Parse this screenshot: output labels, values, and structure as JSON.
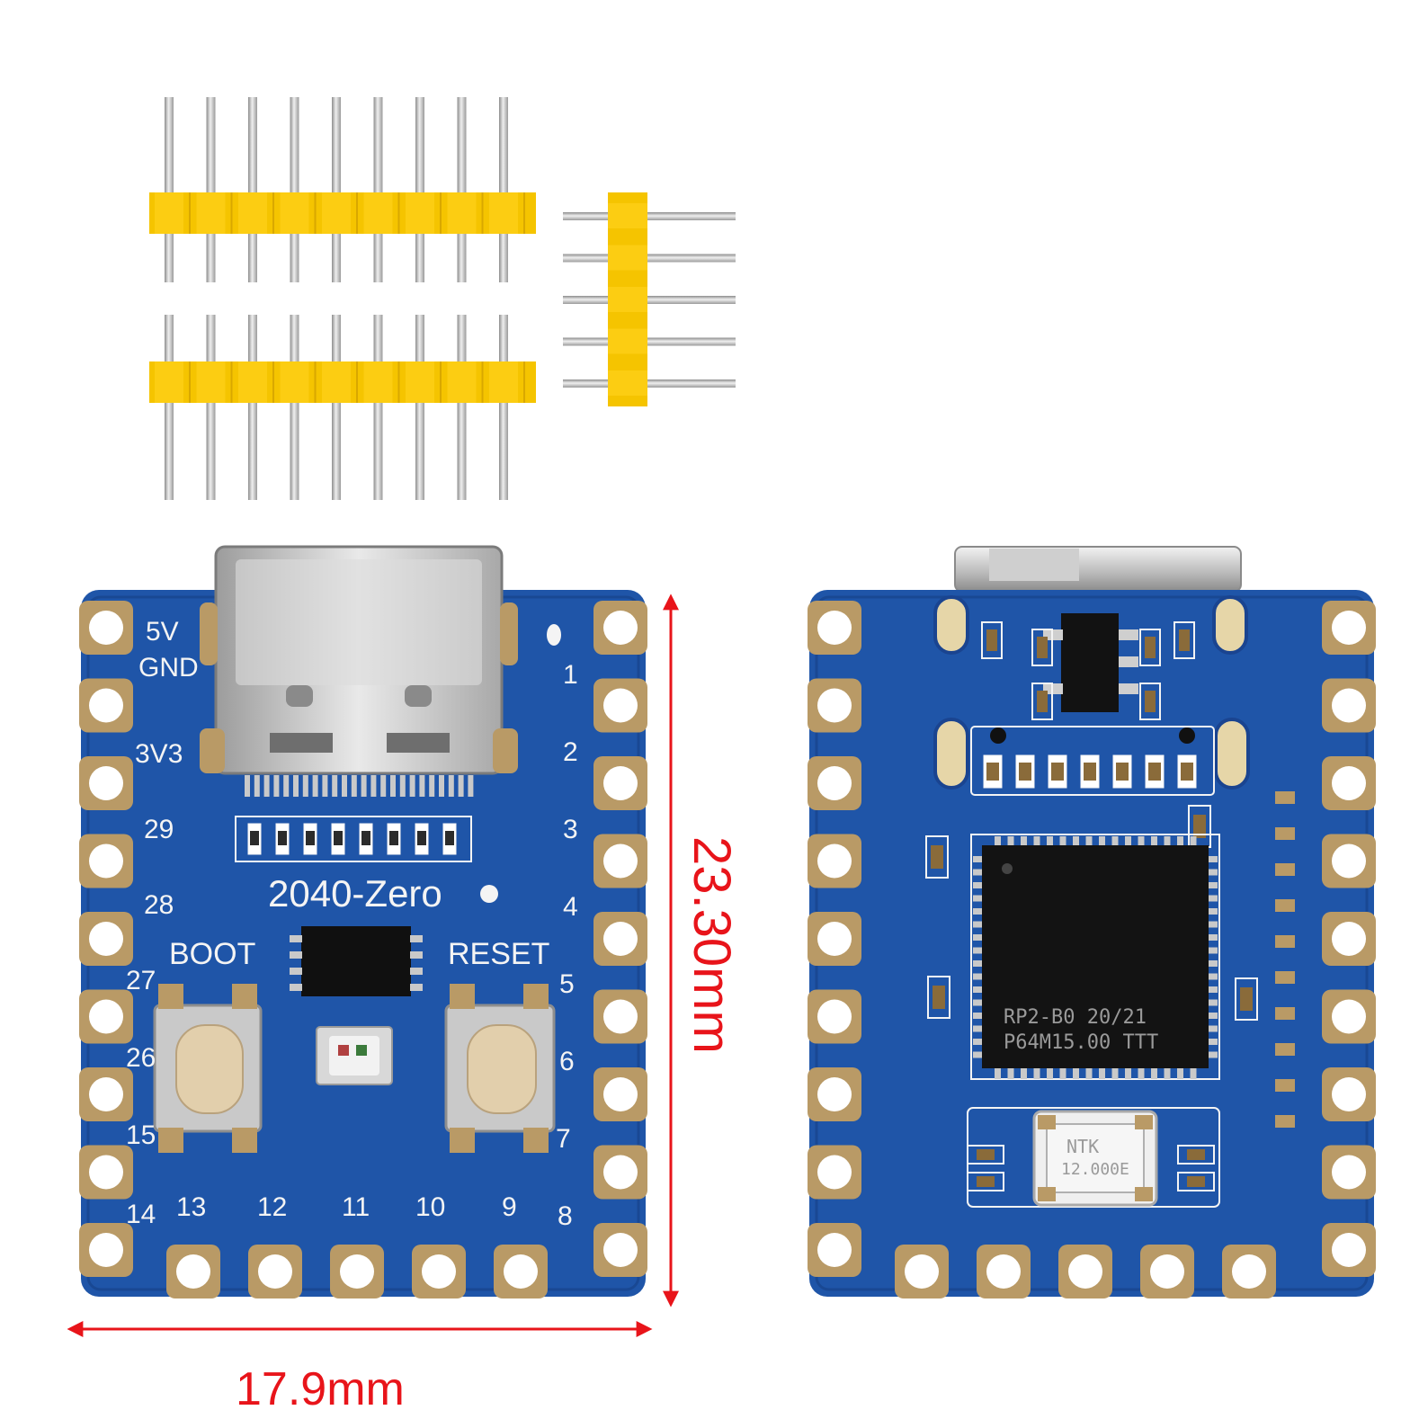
{
  "colors": {
    "pcb": "#1f55a8",
    "pcb_dark": "#163f86",
    "pad_gold": "#b99a66",
    "header_plastic": "#f5c400",
    "pin_metal": "#c9c9c9",
    "dimension_red": "#e8141a",
    "button_cap": "#e2cfac",
    "chip_black": "#121212"
  },
  "icons": [
    "pin-header-icon",
    "usb-c-connector-icon",
    "push-button-icon",
    "rgb-led-icon",
    "crystal-oscillator-icon"
  ],
  "front_board": {
    "title": "2040-Zero",
    "left_labels": [
      "5V",
      "GND",
      "3V3",
      "29",
      "28",
      "27",
      "26",
      "15",
      "14"
    ],
    "right_labels": [
      "1",
      "2",
      "3",
      "4",
      "5",
      "6",
      "7",
      "8"
    ],
    "bottom_labels": [
      "13",
      "12",
      "11",
      "10",
      "9"
    ],
    "button_left": "BOOT",
    "button_right": "RESET"
  },
  "back_board": {
    "chip_line1": "RP2-B0  20/21",
    "chip_line2": "P64M15.00 TTT",
    "crystal_line1": "NTK",
    "crystal_line2": "12.000E"
  },
  "dimensions": {
    "height": "23.30mm",
    "width": "17.9mm"
  }
}
